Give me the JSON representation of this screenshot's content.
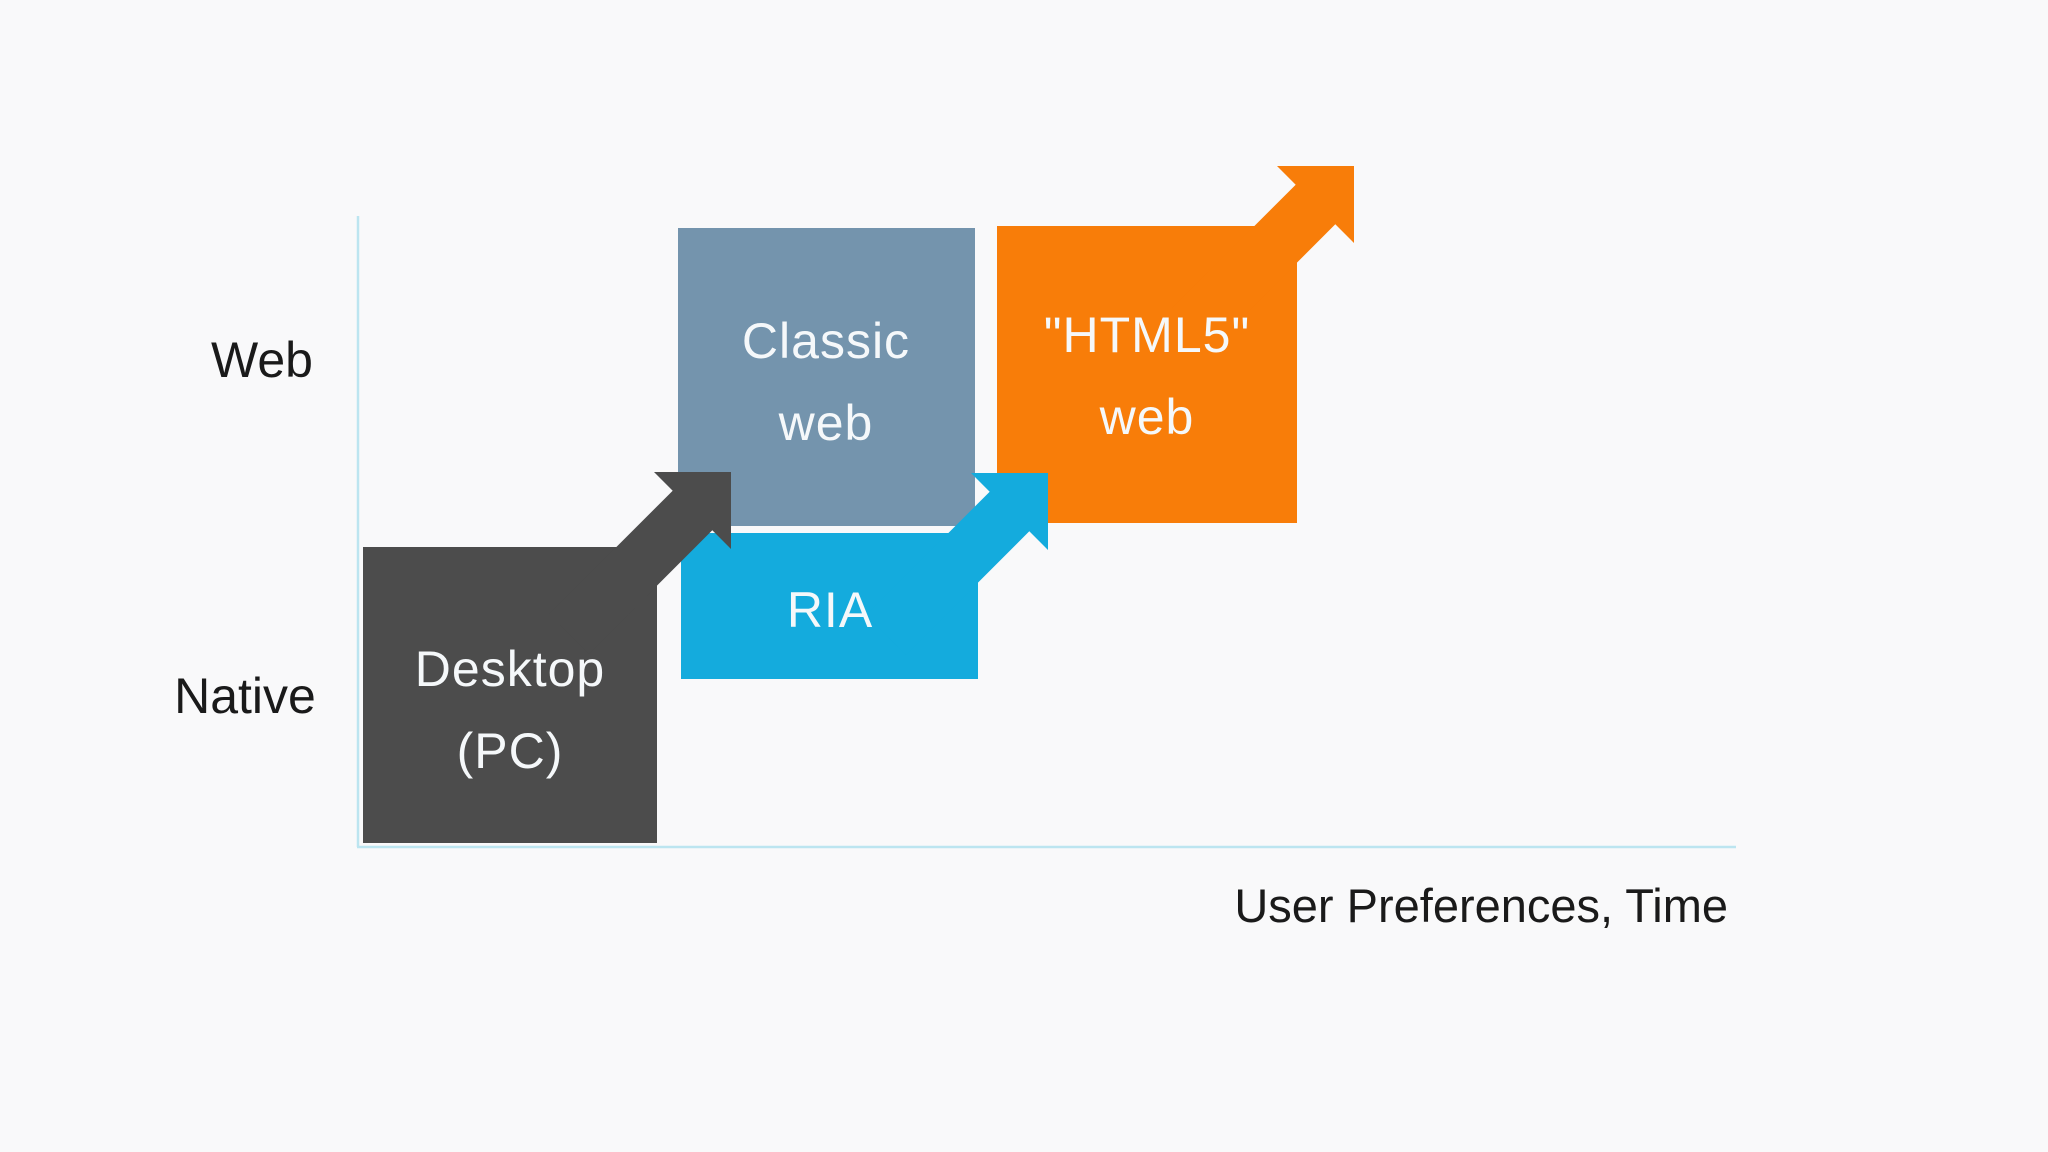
{
  "page": {
    "background_color": "#f9f9fa"
  },
  "axes": {
    "y_top_label": "Web",
    "y_bottom_label": "Native",
    "x_label": "User Preferences, Time",
    "line_color": "#bce5f0",
    "label_color": "#1a1a1a"
  },
  "colors": {
    "box_text": "#f5f8fa"
  },
  "nodes": {
    "desktop": {
      "line1": "Desktop",
      "line2": "(PC)",
      "color": "#4c4c4c"
    },
    "ria": {
      "line1": "RIA",
      "color": "#14abdd"
    },
    "classic": {
      "line1": "Classic",
      "line2": "web",
      "color": "#7494ad"
    },
    "html5": {
      "line1": "\"HTML5\"",
      "line2": "web",
      "color": "#f87d09"
    }
  },
  "arrows": {
    "dark": {
      "color": "#4c4c4c"
    },
    "cyan": {
      "color": "#14abdd"
    },
    "orange": {
      "color": "#f87d09"
    }
  }
}
